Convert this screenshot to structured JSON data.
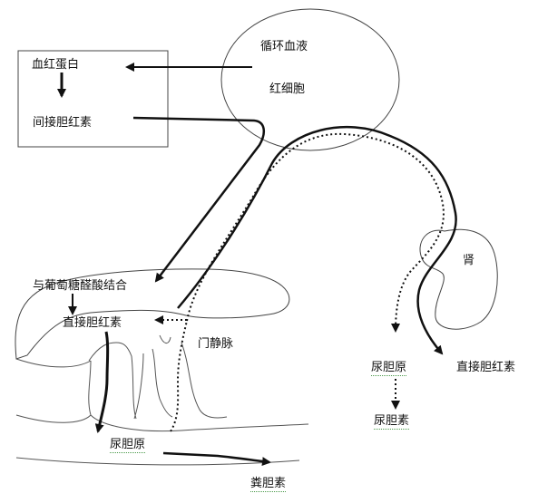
{
  "labels": {
    "circulation_blood": "循环血液",
    "red_blood_cell": "红细胞",
    "hemoglobin": "血红蛋白",
    "indirect_bilirubin": "间接胆红素",
    "conjugation": "与葡萄糖醛酸结合",
    "direct_bilirubin_liver": "直接胆红素",
    "portal_vein": "门静脉",
    "urobilinogen_intestine": "尿胆原",
    "stercobilin": "粪胆素",
    "kidney": "肾",
    "urobilinogen_urine": "尿胆原",
    "urobilin": "尿胆素",
    "direct_bilirubin_urine": "直接胆红素"
  }
}
